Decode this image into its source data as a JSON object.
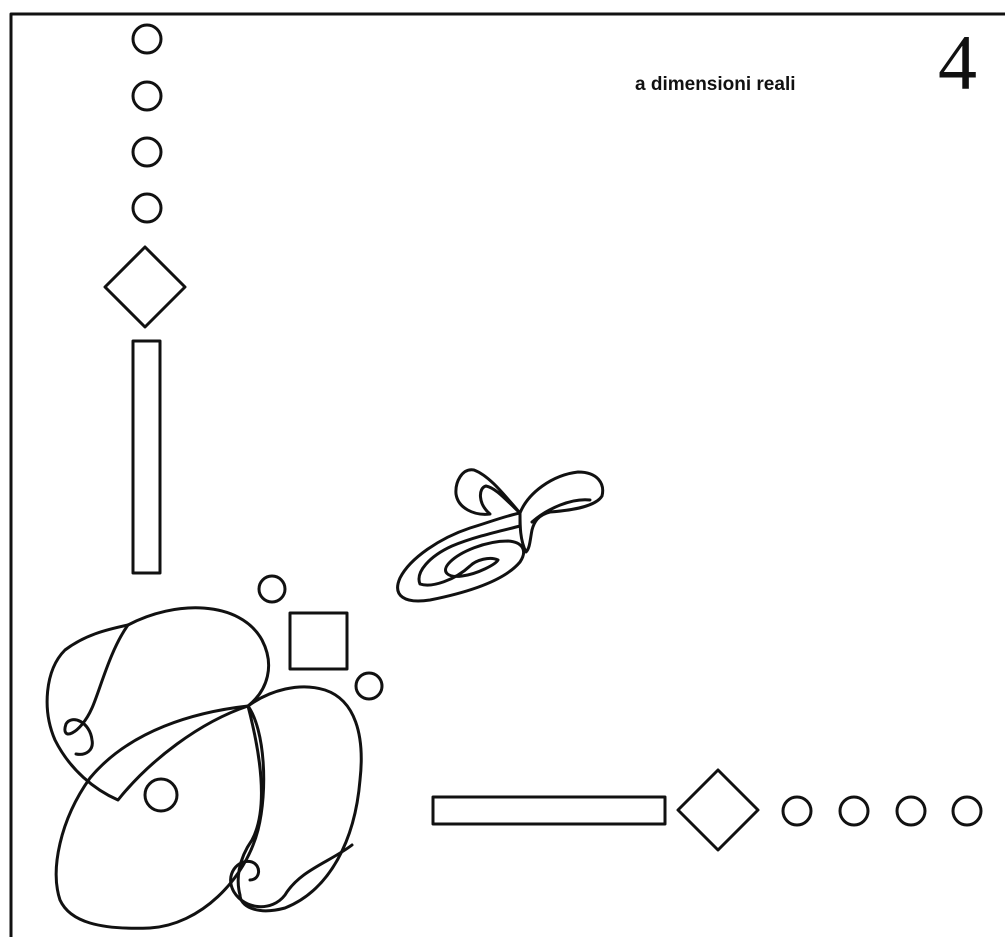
{
  "caption": "a dimensioni reali",
  "page_number": "4",
  "colors": {
    "ink": "#111111",
    "paper": "#ffffff"
  },
  "motifs": [
    "circle-row",
    "diamond",
    "bar",
    "spiral-swirl",
    "lobed-flower",
    "small-square"
  ]
}
